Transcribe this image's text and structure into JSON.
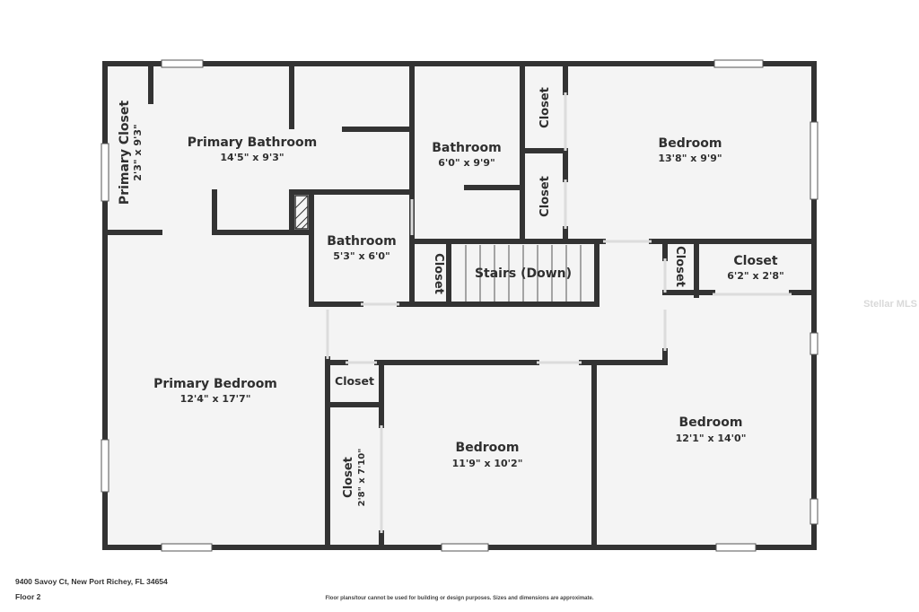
{
  "rooms": {
    "primary_closet": {
      "name": "Primary Closet",
      "dims": "2'3\" x 9'3\""
    },
    "primary_bathroom": {
      "name": "Primary Bathroom",
      "dims": "14'5\" x 9'3\""
    },
    "bathroom_1": {
      "name": "Bathroom",
      "dims": "6'0\" x 9'9\""
    },
    "closet_1": {
      "name": "Closet"
    },
    "closet_2": {
      "name": "Closet"
    },
    "bedroom_ne": {
      "name": "Bedroom",
      "dims": "13'8\" x 9'9\""
    },
    "bathroom_2": {
      "name": "Bathroom",
      "dims": "5'3\" x 6'0\""
    },
    "closet_3": {
      "name": "Closet"
    },
    "stairs": {
      "name": "Stairs (Down)"
    },
    "closet_4": {
      "name": "Closet"
    },
    "closet_5": {
      "name": "Closet",
      "dims": "6'2\" x 2'8\""
    },
    "primary_bedroom": {
      "name": "Primary Bedroom",
      "dims": "12'4\" x 17'7\""
    },
    "closet_6": {
      "name": "Closet"
    },
    "closet_7": {
      "name": "Closet",
      "dims": "2'8\" x 7'10\""
    },
    "bedroom_center": {
      "name": "Bedroom",
      "dims": "11'9\" x 10'2\""
    },
    "bedroom_se": {
      "name": "Bedroom",
      "dims": "12'1\" x 14'0\""
    }
  },
  "footer": {
    "address": "9400 Savoy Ct, New Port Richey, FL 34654",
    "floor": "Floor 2",
    "disclaimer": "Floor plans/tour cannot be used for building or design purposes. Sizes and dimensions are approximate."
  },
  "watermark": "Stellar MLS",
  "colors": {
    "wall": "#333333",
    "floor": "#f4f4f4",
    "window": "#ffffff"
  }
}
